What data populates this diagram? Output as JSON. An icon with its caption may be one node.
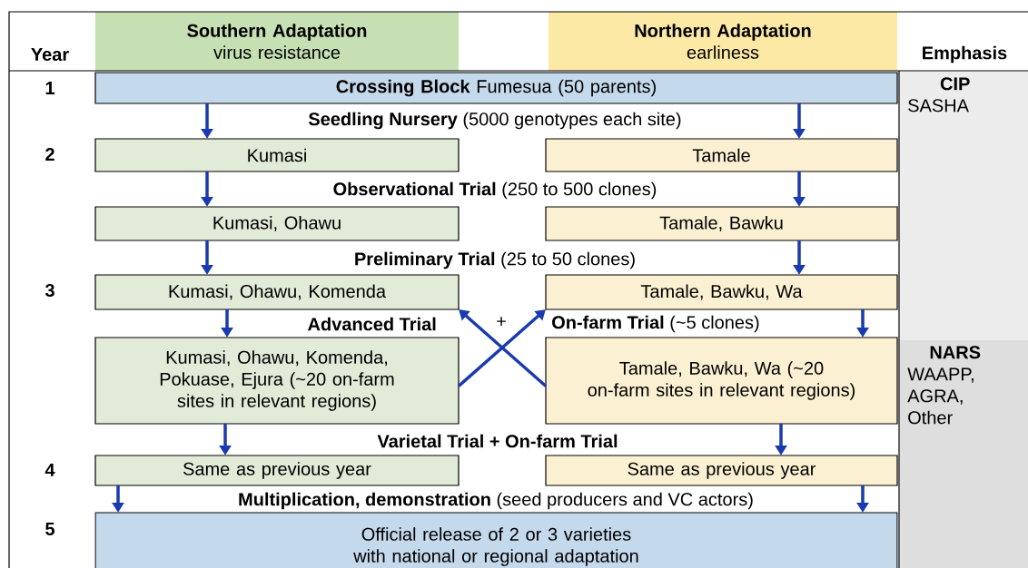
{
  "diagram": {
    "nodes": [
      {
        "text": [
          "Southern Adaptation",
          "virus resistance"
        ]
      },
      {
        "text": [
          "Northern Adaptation",
          "earliness"
        ]
      },
      {
        "text": [
          "CIP",
          "SASHA"
        ]
      },
      {
        "text": [
          "NARS",
          "WAAPP, AGRA, Other"
        ]
      },
      {
        "text": [
          "**Crossing Block** Fumesua (50 parents)"
        ]
      },
      {
        "text": [
          "Kumasi"
        ]
      },
      {
        "text": [
          "Tamale"
        ]
      },
      {
        "text": [
          "Kumasi, Ohawu"
        ]
      },
      {
        "text": [
          "Tamale, Bawku"
        ]
      },
      {
        "text": [
          "Kumasi, Ohawu, Komenda"
        ]
      },
      {
        "text": [
          "Tamale, Bawku, Wa"
        ]
      },
      {
        "text": [
          "Kumasi, Ohawu, Komenda, Pokuase, Ejura (~20 on-farm sites in relevant regions)"
        ]
      },
      {
        "text": [
          "Tamale, Bawku, Wa (~20 on-farm sites in relevant regions)"
        ]
      },
      {
        "text": [
          "Same as previous year"
        ]
      },
      {
        "text": [
          "Same as previous year"
        ]
      },
      {
        "text": [
          "Official release of 2 or 3 varieties with national or regional adaptation"
        ]
      }
    ],
    "edges": [
      {
        "from": 4,
        "to": 5,
        "arrow": "to"
      },
      {
        "from": 4,
        "to": 6,
        "arrow": "to"
      },
      {
        "from": 5,
        "to": 7,
        "arrow": "to"
      },
      {
        "from": 6,
        "to": 8,
        "arrow": "to"
      },
      {
        "from": 7,
        "to": 9,
        "arrow": "to"
      },
      {
        "from": 8,
        "to": 10,
        "arrow": "to"
      },
      {
        "from": 9,
        "to": 11,
        "arrow": "to"
      },
      {
        "from": 10,
        "to": 12,
        "arrow": "to"
      },
      {
        "from": 11,
        "to": 10,
        "arrow": "to"
      },
      {
        "from": 12,
        "to": 9,
        "arrow": "to"
      },
      {
        "from": 11,
        "to": 13,
        "arrow": "to"
      },
      {
        "from": 12,
        "to": 14,
        "arrow": "to"
      },
      {
        "from": 13,
        "to": 15,
        "arrow": "to"
      },
      {
        "from": 14,
        "to": 15,
        "arrow": "to"
      }
    ],
    "labels": [
      "Year",
      "Emphasis",
      "1",
      "**Seedling Nursery** (5000 genotypes each site)",
      "2",
      "**Observational Trial** (250 to 500 clones)",
      "**Preliminary Trial** (25 to 50 clones)",
      "3",
      "Advanced Trial",
      "+",
      "**On-farm Trial** (~5 clones)",
      "Varietal Trial + On-farm Trial",
      "4",
      "**Multiplication, demonstration** (seed producers and VC actors)",
      "5"
    ]
  }
}
